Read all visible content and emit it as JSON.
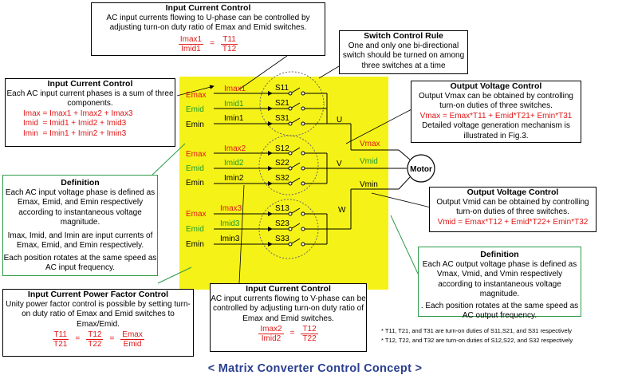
{
  "phase_labels": {
    "emax": "Emax",
    "emid": "Emid",
    "emin": "Emin",
    "imax1": "Imax1",
    "imid1": "Imid1",
    "imin1": "Imin1",
    "imax2": "Imax2",
    "imid2": "Imid2",
    "imin2": "Imin2",
    "imax3": "Imax3",
    "imid3": "Imid3",
    "imin3": "Imin3"
  },
  "switches": {
    "s11": "S11",
    "s21": "S21",
    "s31": "S31",
    "s12": "S12",
    "s22": "S22",
    "s32": "S32",
    "s13": "S13",
    "s23": "S23",
    "s33": "S33"
  },
  "outputs": {
    "u": "U",
    "v": "V",
    "w": "W",
    "vmax": "Vmax",
    "vmid": "Vmid",
    "vmin": "Vmin",
    "motor": "Motor"
  },
  "box_input_u": {
    "title": "Input Current Control",
    "body": "AC input currents flowing to U-phase can be controlled by adjusting turn-on duty ratio of Emax and Emid switches.",
    "f1_num": "Imax1",
    "f1_den": "Imid1",
    "eq": "=",
    "f2_num": "T11",
    "f2_den": "T12"
  },
  "box_switch_rule": {
    "title": "Switch Control Rule",
    "body": "One and only one bi-directional switch should be turned on among three switches at a time"
  },
  "box_input_sum": {
    "title": "Input Current Control",
    "body": "Each AC input current phases is a sum of three components.",
    "eq1": "Imax = Imax1 + Imax2 + Imax3",
    "eq2": "Imid  = Imid1 + Imid2 + Imid3",
    "eq3": "Imin  = Imin1 + Imin2 + Imin3"
  },
  "box_output_vmax": {
    "title": "Output Voltage Control",
    "body": "Output Vmax can be obtained by controlling turn-on duties of three switches.",
    "eq": "Vmax = Emax*T11 + Emid*T21+ Emin*T31",
    "body2": "Detailed voltage generation mechanism is illustrated in Fig.3."
  },
  "box_def_input": {
    "title": "Definition",
    "p1": "Each AC input voltage phase is  defined as Emax, Emid, and Emin respectively according to instantaneous voltage magnitude.",
    "p2": "Imax, Imid, and Imin are input currents of Emax, Emid, and Emin respectively.",
    "p3": "Each position rotates at the same speed as AC input frequency."
  },
  "box_output_vmid": {
    "title": "Output Voltage Control",
    "body": "Output Vmid can be obtained by controlling turn-on duties of three switches.",
    "eq": "Vmid = Emax*T12 + Emid*T22+ Emin*T32"
  },
  "box_def_output": {
    "title": "Definition",
    "p1": "Each AC output voltage phase is  defined as Vmax, Vmid, and Vmin respectively according to instantaneous voltage magnitude.",
    "p2": ".  Each position rotates at the same speed as AC output frequency."
  },
  "box_pf": {
    "title": "Input Current Power Factor Control",
    "body": "Unity power factor control is possible by setting turn-on duty ratio of Emax and Emid switches to Emax/Emid.",
    "a_num": "T11",
    "a_den": "T21",
    "eq": "=",
    "b_num": "T12",
    "b_den": "T22",
    "c_num": "Emax",
    "c_den": "Emid"
  },
  "box_input_v": {
    "title": "Input Current Control",
    "body": "AC input currents flowing to V-phase can be controlled by adjusting turn-on duty ratio of Emax and Emid switches.",
    "f1_num": "Imax2",
    "f1_den": "Imid2",
    "eq": "=",
    "f2_num": "T12",
    "f2_den": "T22"
  },
  "notes": {
    "n1": "* T11, T21, and T31 are turn-on duties of S11,S21, and S31 respectively",
    "n2": "* T12, T22, and T32 are turn-on duties of S12,S22, and S32 respectively"
  },
  "caption": "< Matrix Converter Control Concept >",
  "colors": {
    "yellow": "#f5f218",
    "red": "#e01818",
    "green": "#1d9a2e",
    "green_border": "#2e9a4a",
    "caption": "#2a3f8f"
  }
}
